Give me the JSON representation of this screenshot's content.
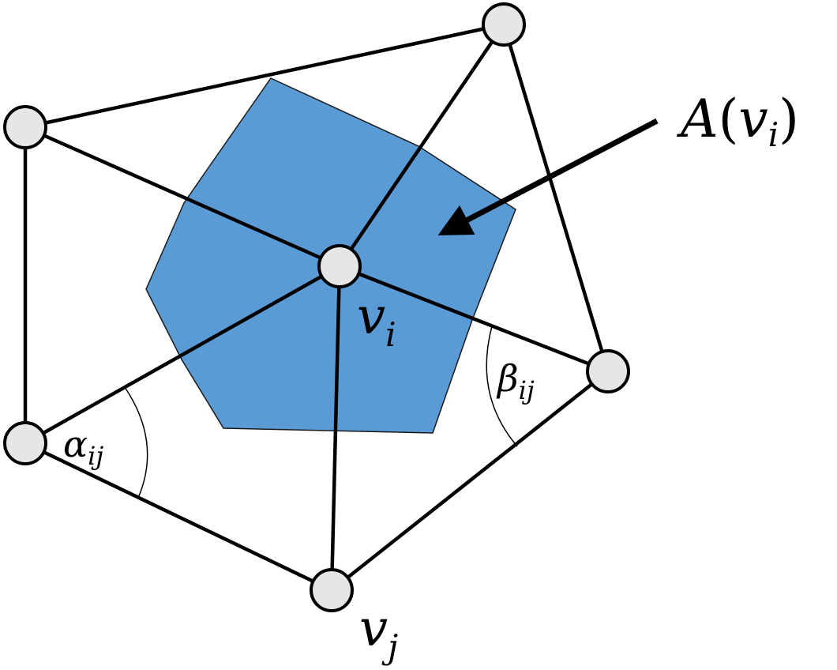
{
  "colors": {
    "area_fill": "#5b9bd5",
    "area_stroke": "#1a1a1a",
    "vertex_fill": "#e6e6e6",
    "edge": "#000000"
  },
  "labels": {
    "area": {
      "func": "A",
      "open_paren": "(",
      "var": "v",
      "sub": "i",
      "close_paren": ")"
    },
    "center_vertex": {
      "var": "v",
      "sub": "i"
    },
    "neighbor_vertex": {
      "var": "v",
      "sub": "j"
    },
    "alpha_angle": {
      "var": "α",
      "sub": "ij"
    },
    "beta_angle": {
      "var": "β",
      "sub": "ij"
    }
  }
}
